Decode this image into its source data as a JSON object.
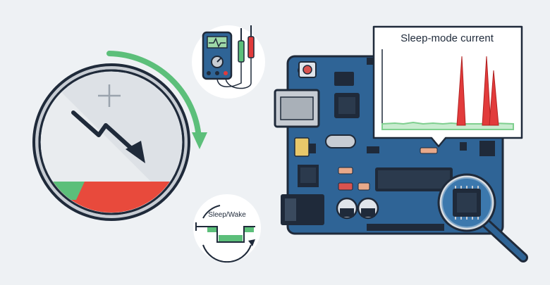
{
  "graph_callout": {
    "title": "Sleep-mode current",
    "baseline_color": "#7fcf8f",
    "spike_color": "#e23b3b"
  },
  "sleep_wake_icon": {
    "label": "Sleep/Wake",
    "wave_color": "#5cbf7a"
  },
  "battery_gauge": {
    "level_colors": [
      "#5cbf7a",
      "#e84a3c"
    ],
    "arrow_color": "#5cbf7a",
    "trend_icon": "down-trend-arrow",
    "plus_icon": "plus-icon"
  },
  "multimeter_icon": {
    "display_icon": "pulse-icon",
    "probe_colors": [
      "#5cbf7a",
      "#e23b3b"
    ]
  },
  "board": {
    "pcb_color": "#2f6496",
    "magnifier_icon": "magnifying-glass-icon"
  },
  "colors": {
    "background": "#eef1f4",
    "outline": "#1f2a3a"
  }
}
